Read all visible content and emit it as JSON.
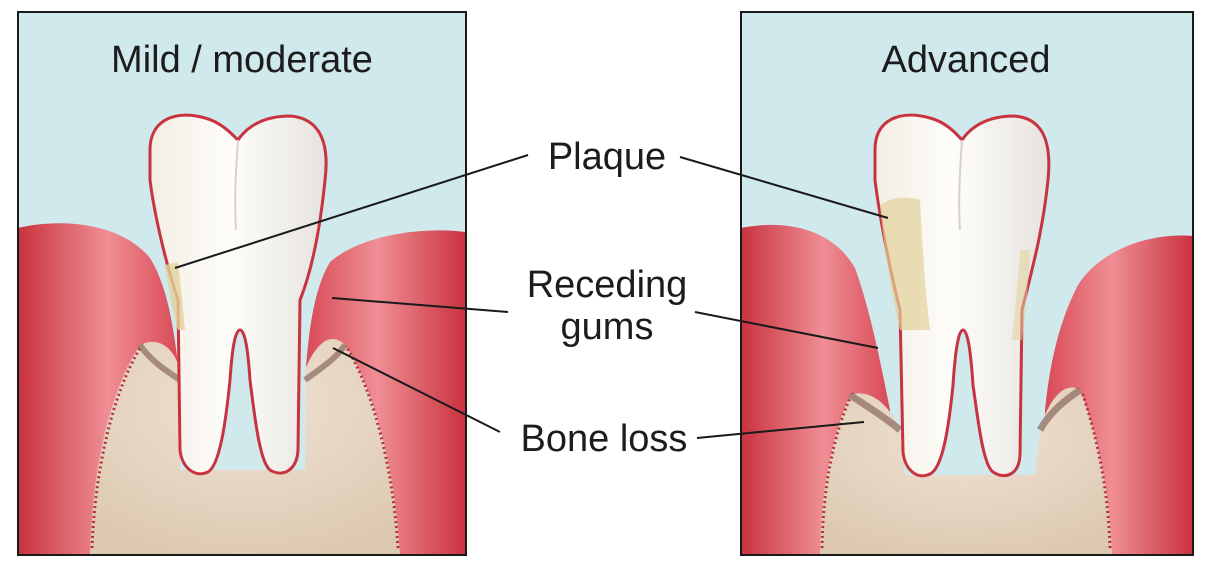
{
  "panels": [
    {
      "title": "Mild / moderate"
    },
    {
      "title": "Advanced"
    }
  ],
  "labels": {
    "plaque": "Plaque",
    "receding_line1": "Receding",
    "receding_line2": "gums",
    "bone_loss": "Bone loss"
  },
  "colors": {
    "sky": "#cfe9ec",
    "gum": "#d63b4b",
    "gum_light": "#e9868d",
    "bone": "#e8d7c3",
    "tooth": "#f7f4ee",
    "plaque": "#e2d29a",
    "outline": "#1a1a1a"
  }
}
